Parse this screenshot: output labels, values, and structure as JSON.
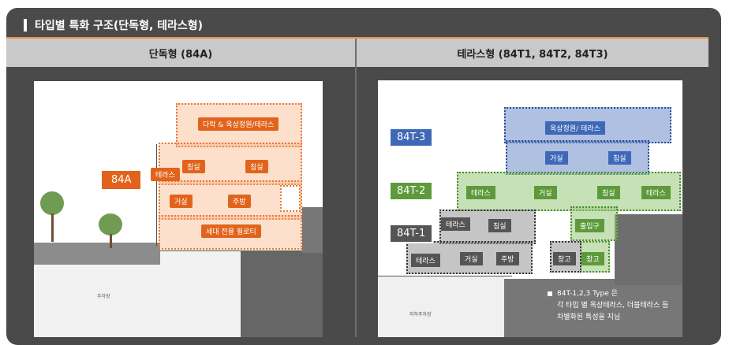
{
  "header": {
    "title": "타입별 특화 구조(단독형, 테라스형)"
  },
  "columns": {
    "left": {
      "title": "단독형 (84A)"
    },
    "right": {
      "title": "테라스형 (84T1, 84T2, 84T3)"
    }
  },
  "left_diagram": {
    "type_label": "84A",
    "labels": {
      "roof": "다락 & 옥상정원/테라스",
      "terrace": "테라스",
      "bedroom1": "침실",
      "bedroom2": "침실",
      "living": "거실",
      "kitchen": "주방",
      "pilotis": "세대 전용 필로티"
    }
  },
  "right_diagram": {
    "tags": {
      "t3": "84T-3",
      "t2": "84T-2",
      "t1": "84T-1"
    },
    "t3": {
      "roof": "옥상정원/ 테라스",
      "living": "거실",
      "bedroom": "침실"
    },
    "t2": {
      "terrace_left": "테라스",
      "living": "거실",
      "bedroom": "침실",
      "terrace_right": "테라스",
      "entrance": "출입구",
      "storage": "창고"
    },
    "t1": {
      "terrace_top": "테라스",
      "bedroom": "침실",
      "terrace_bottom": "테라스",
      "living": "거실",
      "kitchen": "주방",
      "storage": "창고"
    },
    "note": {
      "line1": "84T-1,2,3 Type 은",
      "line2": "각 타입 별 옥상테라스, 더블테라스 등",
      "line3": "차별화된 특성을 지님"
    }
  },
  "colors": {
    "panel": "#4a4a4a",
    "accent": "#e8944a",
    "orange": "#e2641c",
    "blue": "#3f68b8",
    "green": "#5e9a3c"
  }
}
